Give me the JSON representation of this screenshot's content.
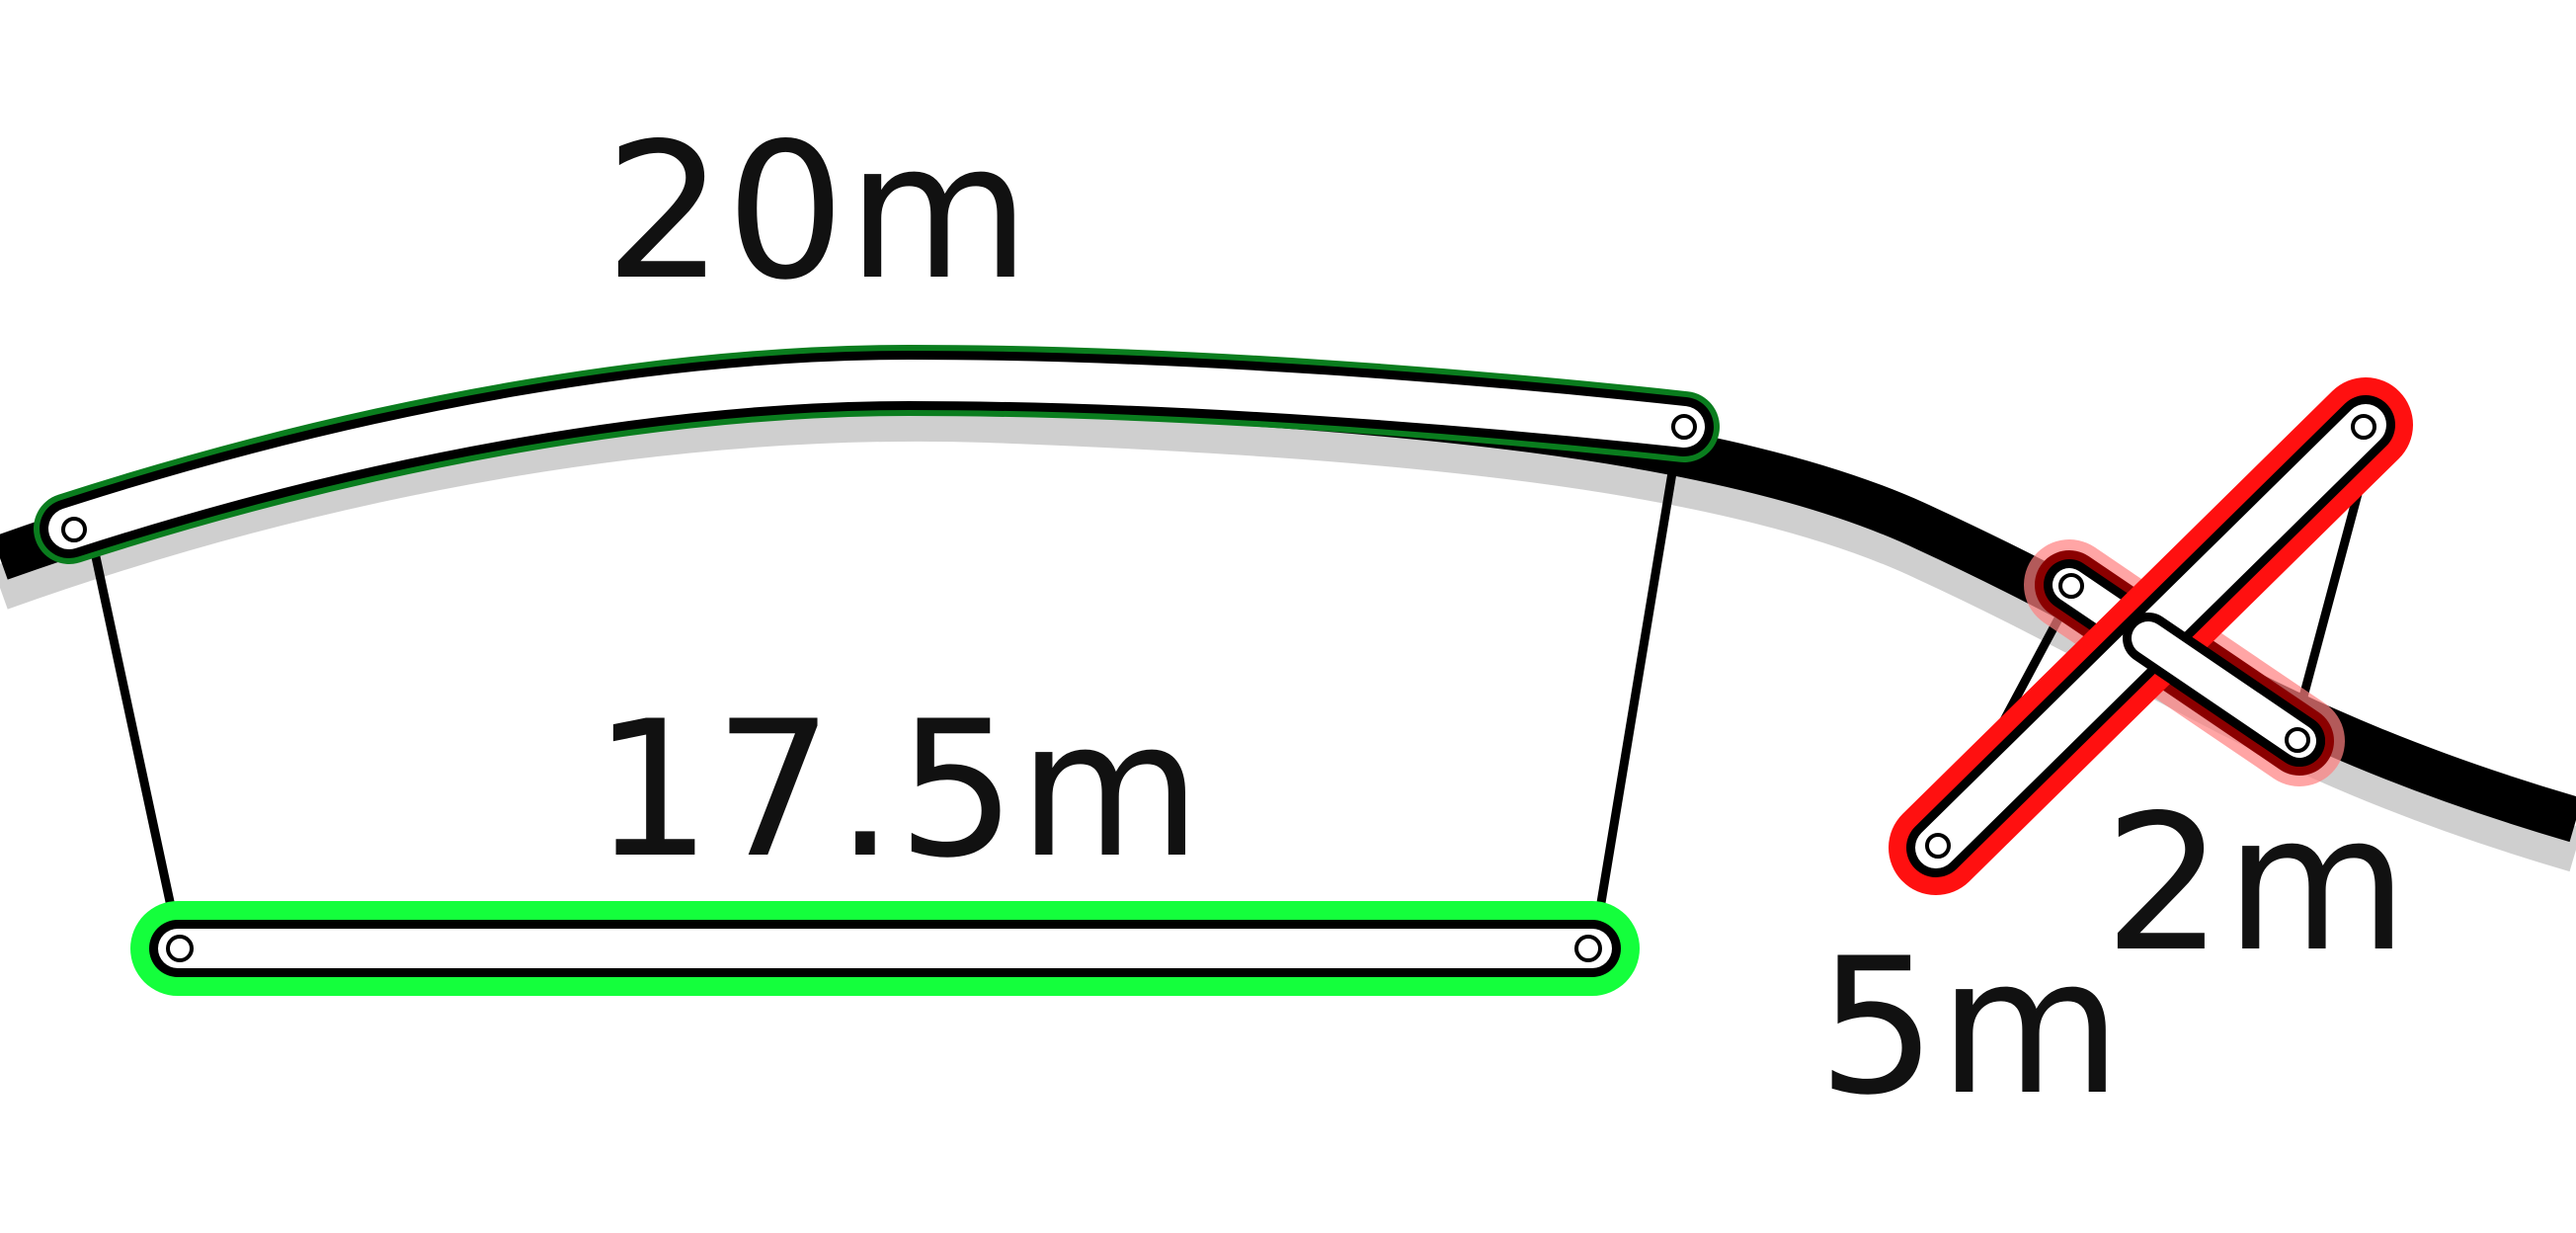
{
  "labels": {
    "top_segment": "20m",
    "bottom_segment": "17.5m",
    "short_segment": "2m",
    "cross_segment": "5m"
  },
  "colors": {
    "track": "#000000",
    "track_shadow": "#cfcfcf",
    "valid_highlight": "#14ff3c",
    "valid_highlight_dark": "#0a7d1e",
    "invalid_highlight": "#ff1010",
    "invalid_highlight_dark": "#8b0000",
    "segment_fill": "#ffffff",
    "label_text": "#111111"
  },
  "icons": {
    "handle": "circle-handle-icon"
  }
}
